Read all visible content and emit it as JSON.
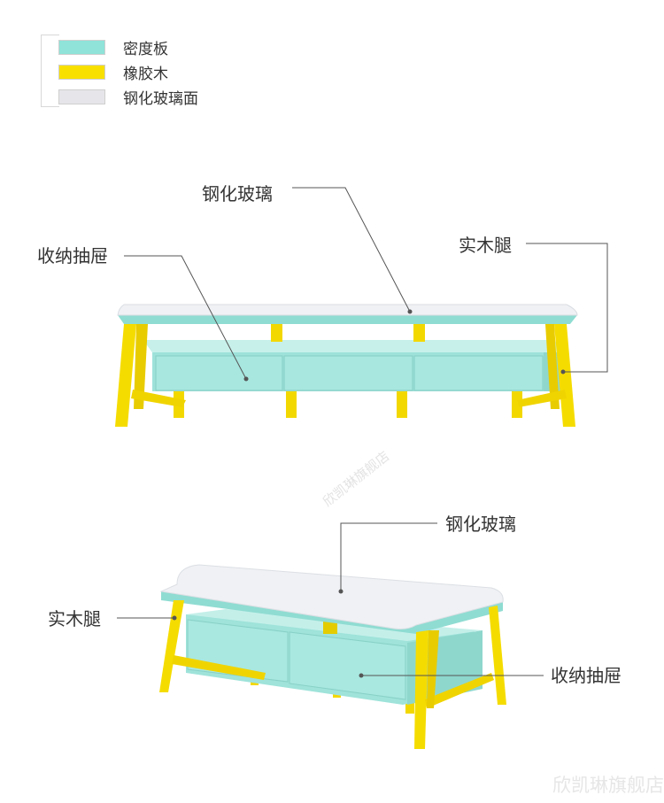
{
  "colors": {
    "mdf": "#a9e8e0",
    "rubberwood": "#f8e000",
    "glass": "#e6e6ea",
    "line": "#555555"
  },
  "legend": [
    {
      "label": "密度板",
      "color": "#8fe3d8"
    },
    {
      "label": "橡胶木",
      "color": "#f8e000"
    },
    {
      "label": "钢化玻璃面",
      "color": "#e6e6ea"
    }
  ],
  "tv_stand": {
    "glass_label": "钢化玻璃",
    "drawer_label": "收纳抽屉",
    "leg_label": "实木腿"
  },
  "coffee_table": {
    "glass_label": "钢化玻璃",
    "leg_label": "实木腿",
    "drawer_label": "收纳抽屉"
  },
  "watermark": "欣凯琳旗舰店"
}
